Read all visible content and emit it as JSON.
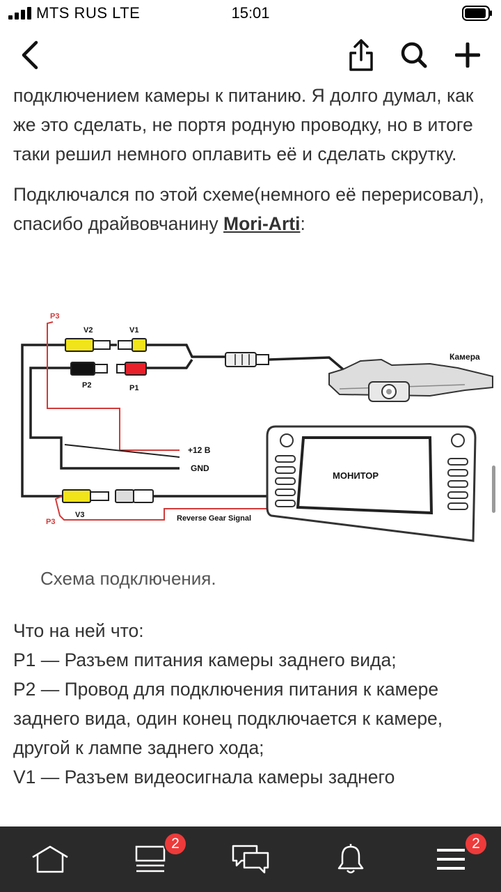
{
  "status_bar": {
    "carrier": "MTS RUS  LTE",
    "time": "15:01"
  },
  "nav": {
    "icons": [
      "back-icon",
      "share-icon",
      "search-icon",
      "plus-icon"
    ]
  },
  "article": {
    "paragraph1": "подключением камеры к питанию. Я долго думал, как же это сделать, не портя родную проводку, но в итоге таки решил немного оплавить её и сделать скрутку.",
    "paragraph2_text": "Подключался по этой схеме(немного её перерисовал), спасибо драйвовчанину ",
    "author_link": "Mori-Arti",
    "paragraph2_end": ":"
  },
  "diagram": {
    "labels": {
      "p3_top": "P3",
      "v2": "V2",
      "v1": "V1",
      "p2": "P2",
      "p1": "P1",
      "camera": "Камера",
      "plus12": "+12 В",
      "gnd": "GND",
      "monitor": "МОНИТОР",
      "v3": "V3",
      "p3_bottom": "P3",
      "reverse": "Reverse Gear Signal"
    },
    "colors": {
      "yellow": "#f2e41a",
      "red": "#e8202a",
      "black": "#111111",
      "wire_red": "#d23a3a"
    }
  },
  "caption": "Схема подключения.",
  "list": {
    "intro": "Что на ней что:",
    "items": [
      "P1 — Разъем питания камеры заднего вида;",
      "P2 — Провод для подключения питания к камере заднего вида, один конец подключается к камере, другой к лампе заднего хода;",
      "V1 — Разъем видеосигнала камеры заднего"
    ]
  },
  "bottom_bar": {
    "tabs": [
      "home-icon",
      "feed-icon",
      "messages-icon",
      "bell-icon",
      "menu-icon"
    ],
    "feed_badge": "2",
    "menu_badge": "2"
  }
}
